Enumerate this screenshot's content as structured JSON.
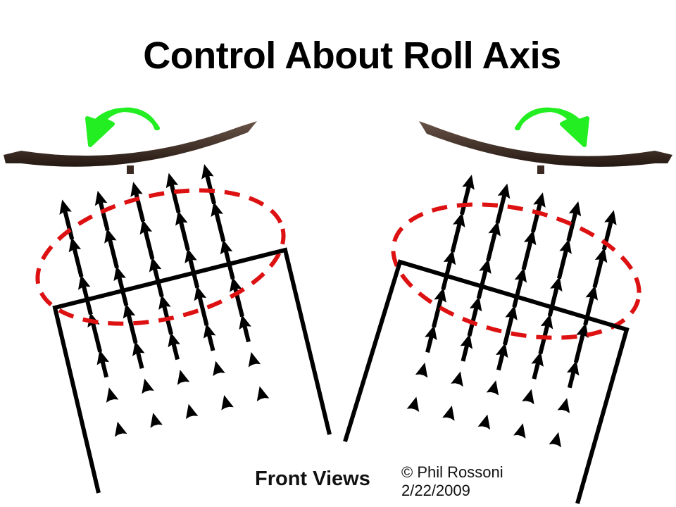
{
  "title": "Control About Roll Axis",
  "caption": "Front Views",
  "credit": {
    "author": "© Phil Rossoni",
    "date": "2/22/2009"
  },
  "colors": {
    "rotation_arrow": "#22ee22",
    "ellipse": "#dd1111",
    "airflow_arrow": "#000000",
    "wing": "#3a2a22"
  },
  "views": [
    {
      "name": "left",
      "rotation": "counter-clockwise"
    },
    {
      "name": "right",
      "rotation": "clockwise"
    }
  ]
}
